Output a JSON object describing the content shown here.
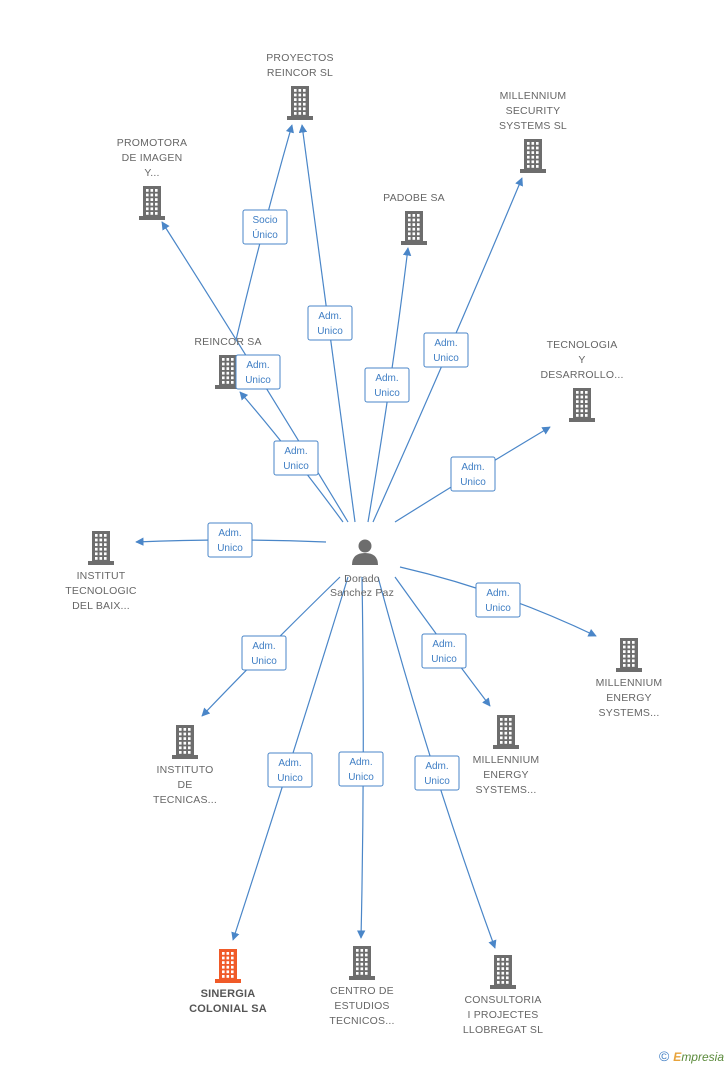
{
  "colors": {
    "edge": "#4a86c8",
    "building": "#6d6d6d",
    "building_highlight": "#f05a28",
    "person": "#6d6d6d"
  },
  "center": {
    "id": "person",
    "icon": "person-icon",
    "label_lines": [
      "Dorado",
      "Sanchez Paz"
    ]
  },
  "nodes": [
    {
      "id": "proyectos",
      "icon": "building-icon",
      "label_lines": [
        "PROYECTOS",
        "REINCOR SL"
      ]
    },
    {
      "id": "millennium-security",
      "icon": "building-icon",
      "label_lines": [
        "MILLENNIUM",
        "SECURITY",
        "SYSTEMS SL"
      ]
    },
    {
      "id": "promotora",
      "icon": "building-icon",
      "label_lines": [
        "PROMOTORA",
        "DE IMAGEN",
        "Y..."
      ]
    },
    {
      "id": "padobe",
      "icon": "building-icon",
      "label_lines": [
        "PADOBE SA"
      ]
    },
    {
      "id": "reincor",
      "icon": "building-icon",
      "label_lines": [
        "REINCOR SA"
      ]
    },
    {
      "id": "tecnologia",
      "icon": "building-icon",
      "label_lines": [
        "TECNOLOGIA",
        "Y",
        "DESARROLLO..."
      ]
    },
    {
      "id": "institut",
      "icon": "building-icon",
      "label_lines": [
        "INSTITUT",
        "TECNOLOGIC",
        "DEL BAIX..."
      ]
    },
    {
      "id": "millennium-energy-1",
      "icon": "building-icon",
      "label_lines": [
        "MILLENNIUM",
        "ENERGY",
        "SYSTEMS..."
      ]
    },
    {
      "id": "instituto",
      "icon": "building-icon",
      "label_lines": [
        "INSTITUTO",
        "DE",
        "TECNICAS..."
      ]
    },
    {
      "id": "millennium-energy-2",
      "icon": "building-icon",
      "label_lines": [
        "MILLENNIUM",
        "ENERGY",
        "SYSTEMS..."
      ]
    },
    {
      "id": "sinergia",
      "icon": "building-icon",
      "highlight": true,
      "label_lines": [
        "SINERGIA",
        "COLONIAL SA"
      ]
    },
    {
      "id": "centro",
      "icon": "building-icon",
      "label_lines": [
        "CENTRO DE",
        "ESTUDIOS",
        "TECNICOS..."
      ]
    },
    {
      "id": "consultoria",
      "icon": "building-icon",
      "label_lines": [
        "CONSULTORIA",
        "I PROJECTES",
        "LLOBREGAT SL"
      ]
    }
  ],
  "edges": [
    {
      "from": "reincor",
      "to": "proyectos",
      "label_lines": [
        "Socio",
        "Único"
      ]
    },
    {
      "from": "person",
      "to": "proyectos",
      "label_lines": [
        "Adm.",
        "Unico"
      ]
    },
    {
      "from": "person",
      "to": "promotora",
      "label_lines": [
        "Adm.",
        "Unico"
      ]
    },
    {
      "from": "person",
      "to": "padobe",
      "label_lines": [
        "Adm.",
        "Unico"
      ]
    },
    {
      "from": "person",
      "to": "millennium-security",
      "label_lines": [
        "Adm.",
        "Unico"
      ]
    },
    {
      "from": "person",
      "to": "reincor",
      "label_lines": [
        "Adm.",
        "Unico"
      ]
    },
    {
      "from": "person",
      "to": "tecnologia",
      "label_lines": [
        "Adm.",
        "Unico"
      ]
    },
    {
      "from": "person",
      "to": "institut",
      "label_lines": [
        "Adm.",
        "Unico"
      ]
    },
    {
      "from": "person",
      "to": "millennium-energy-1",
      "label_lines": [
        "Adm.",
        "Unico"
      ]
    },
    {
      "from": "person",
      "to": "instituto",
      "label_lines": [
        "Adm.",
        "Unico"
      ]
    },
    {
      "from": "person",
      "to": "millennium-energy-2",
      "label_lines": [
        "Adm.",
        "Unico"
      ]
    },
    {
      "from": "person",
      "to": "sinergia",
      "label_lines": [
        "Adm.",
        "Unico"
      ]
    },
    {
      "from": "person",
      "to": "centro",
      "label_lines": [
        "Adm.",
        "Unico"
      ]
    },
    {
      "from": "person",
      "to": "consultoria",
      "label_lines": [
        "Adm.",
        "Unico"
      ]
    }
  ],
  "footer": {
    "copyright": "©",
    "brand_initial": "E",
    "brand_rest": "mpresia"
  }
}
